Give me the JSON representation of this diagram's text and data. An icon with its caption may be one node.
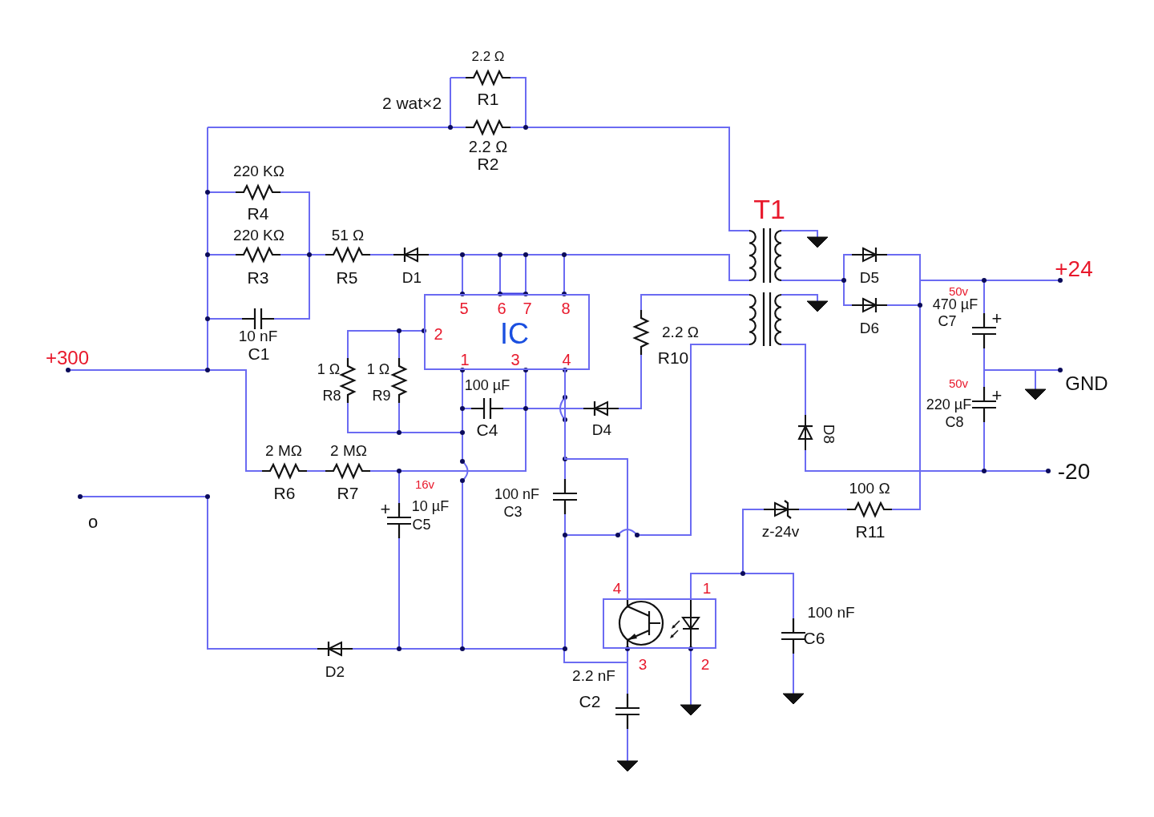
{
  "diagram": {
    "nodes": [
      {
        "text": [
          "IC",
          "5",
          "6",
          "7",
          "8",
          "2",
          "1",
          "3",
          "4"
        ]
      },
      {
        "text": [],
        "shape": "box",
        "beside": [
          "4",
          "1",
          "3",
          "2"
        ]
      }
    ],
    "edges": [
      {
        "from": 0,
        "to": 1,
        "arrow": "none"
      }
    ],
    "labels": [
      "2.2 Ω",
      "2 wat×2",
      "R1",
      "2.2 Ω",
      "R2",
      "220 KΩ",
      "T1",
      "R4",
      "220 KΩ",
      "51 Ω",
      "+24",
      "R3",
      "R5",
      "D1",
      "D5",
      "50v",
      "470 µF",
      "C7",
      "+",
      "10 nF",
      "2.2 Ω",
      "D6",
      "+300",
      "C1",
      "R10",
      "1 Ω",
      "1 Ω",
      "100 µF",
      "50v",
      "GND",
      "R8",
      "R9",
      "+",
      "220 µF",
      "C8",
      "C4",
      "D4",
      "D8",
      "2 MΩ",
      "2 MΩ",
      "-20",
      "16v",
      "100 Ω",
      "R6",
      "R7",
      "100 nF",
      "+",
      "10 µF",
      "C3",
      "o",
      "C5",
      "z-24v",
      "R11",
      "100 nF",
      "C6",
      "D2",
      "2.2 nF",
      "C2"
    ]
  }
}
